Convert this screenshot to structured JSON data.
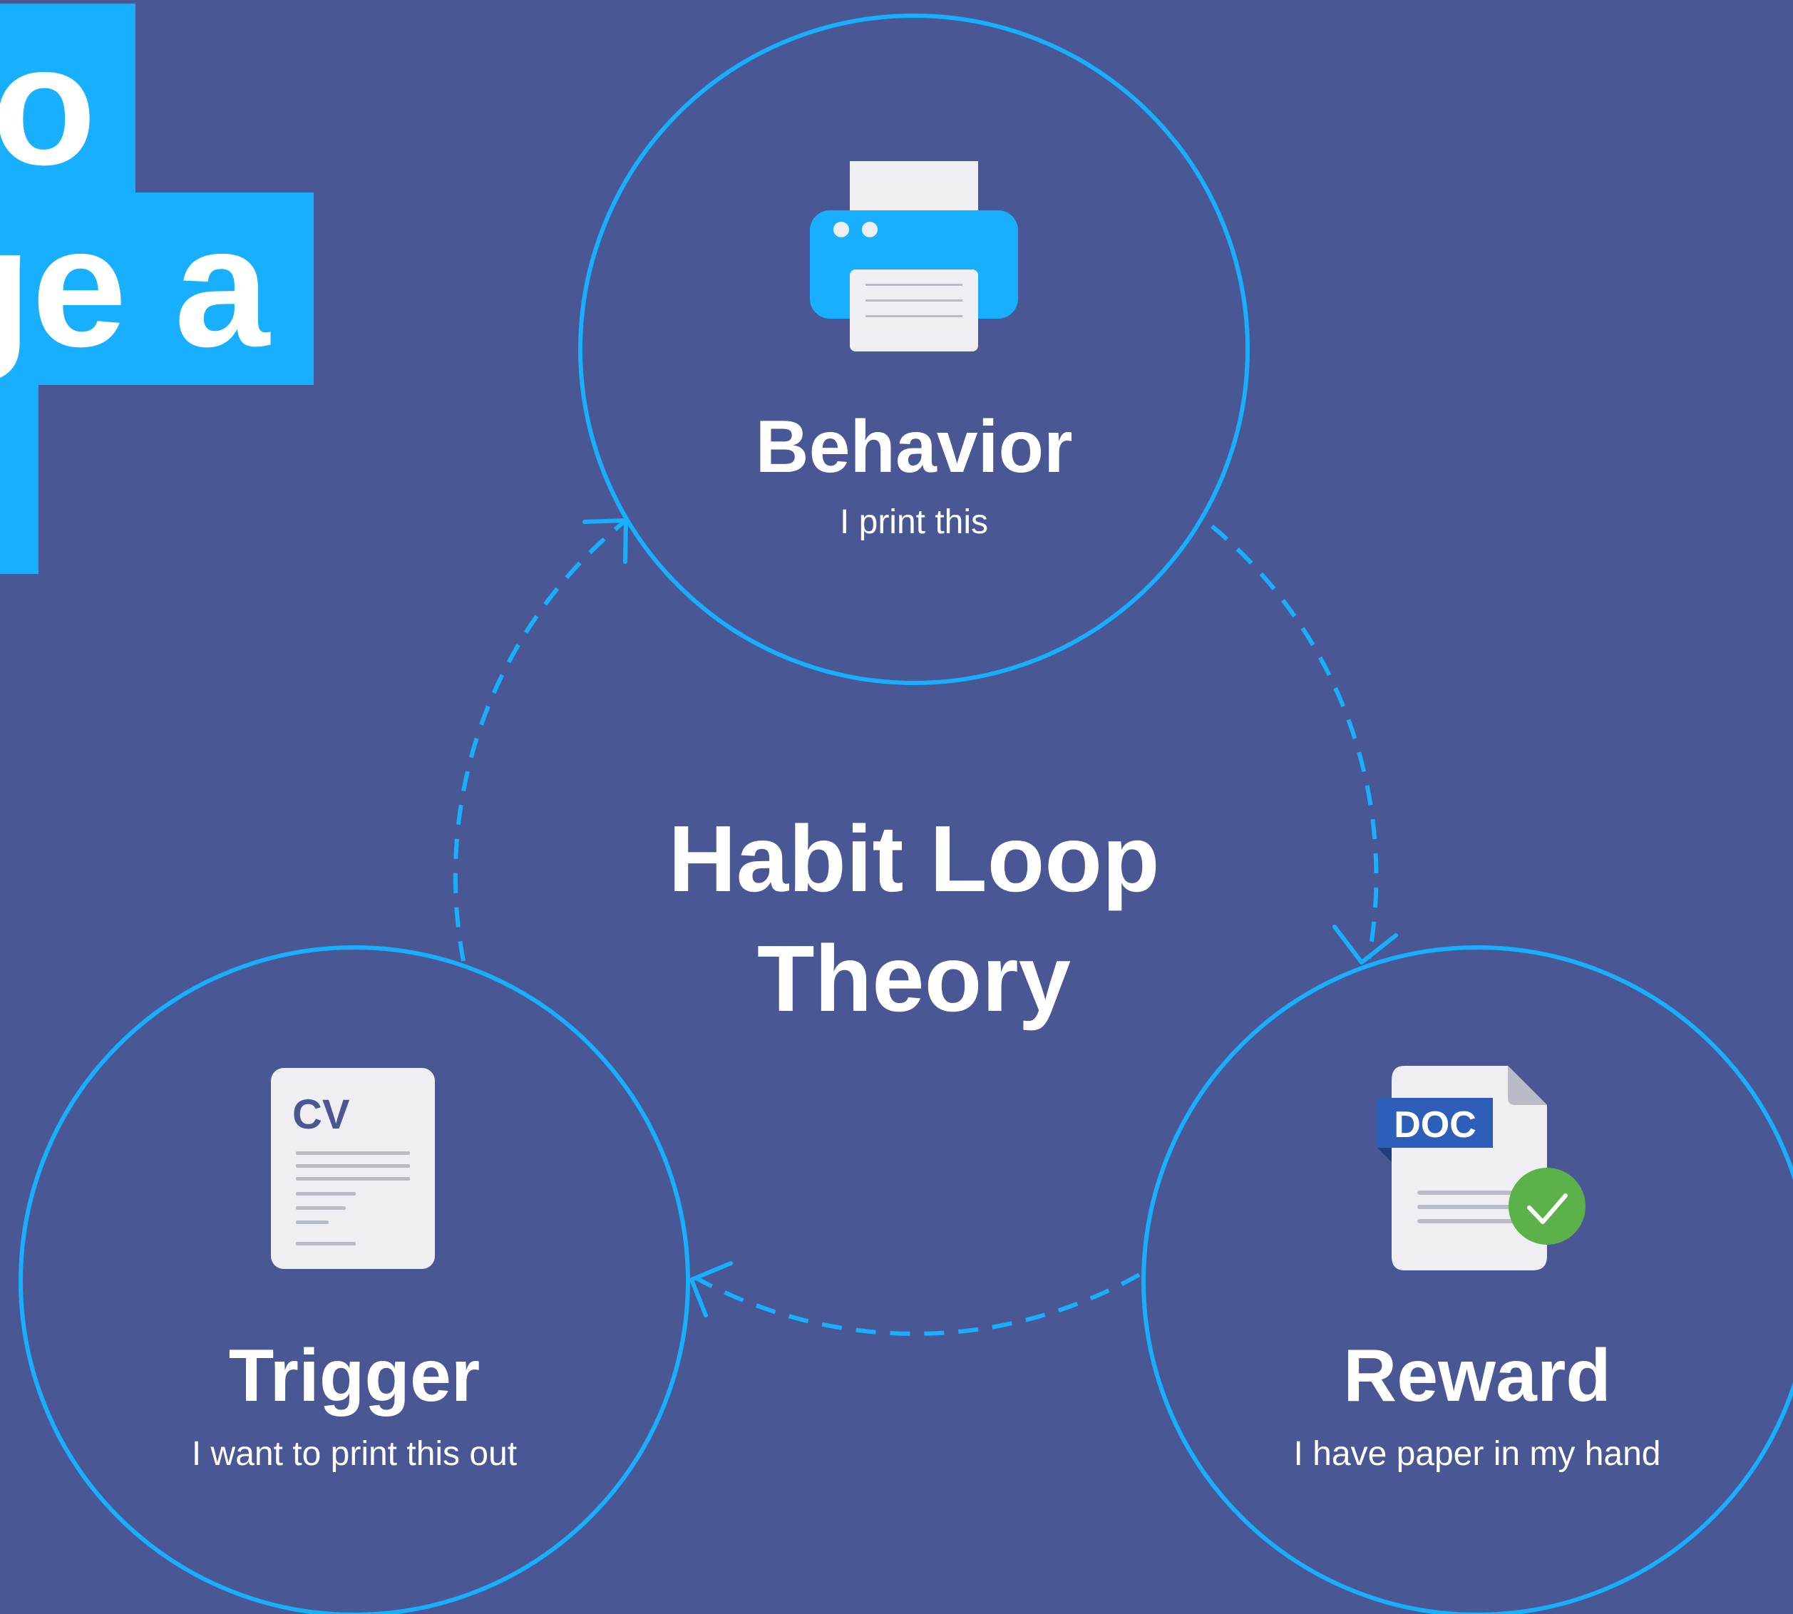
{
  "headline": {
    "line1": "to",
    "line2": "ge a"
  },
  "center": {
    "line1": "Habit Loop",
    "line2": "Theory"
  },
  "nodes": [
    {
      "id": "behavior",
      "title": "Behavior",
      "subtitle": "I print this",
      "icon": "printer-icon"
    },
    {
      "id": "trigger",
      "title": "Trigger",
      "subtitle": "I want to print this out",
      "icon": "cv-document-icon"
    },
    {
      "id": "reward",
      "title": "Reward",
      "subtitle": "I have paper in my hand",
      "icon": "doc-check-icon"
    }
  ],
  "icon_text": {
    "cv": "CV",
    "doc": "DOC"
  },
  "colors": {
    "background": "#495795",
    "accent": "#18AFFF",
    "paper": "#EEEEF3",
    "doc_badge": "#2D5FB8",
    "check": "#5BB14A"
  }
}
